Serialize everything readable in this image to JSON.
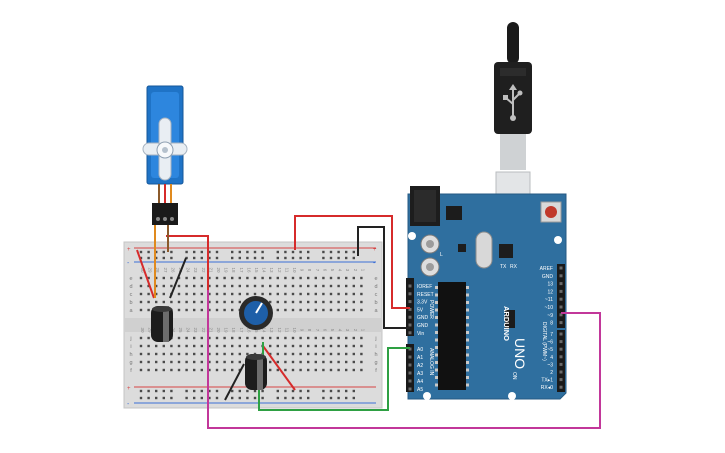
{
  "board": {
    "brand": "ARDUINO",
    "model": "UNO",
    "on_label": "ON",
    "l_label": "L",
    "tx_label": "TX",
    "rx_label": "RX",
    "power_label": "POWER",
    "analog_label": "ANALOG IN",
    "digital_label": "DIGITAL (PWM~)",
    "power_pins": [
      "IOREF",
      "RESET",
      "3.3V",
      "5V",
      "GND",
      "GND",
      "Vin"
    ],
    "analog_pins": [
      "A0",
      "A1",
      "A2",
      "A3",
      "A4",
      "A5"
    ],
    "digital_pins_top": [
      "AREF",
      "GND",
      "13",
      "12",
      "~11",
      "~10",
      "~9",
      "8"
    ],
    "digital_pins_bottom": [
      "7",
      "~6",
      "~5",
      "4",
      "~3",
      "2",
      "TX▸1",
      "RX◂0"
    ]
  },
  "breadboard": {
    "row_letters_top": [
      "j",
      "i",
      "h",
      "g",
      "f"
    ],
    "row_letters_bottom": [
      "e",
      "d",
      "c",
      "b",
      "a"
    ],
    "column_numbers": [
      "30",
      "29",
      "28",
      "27",
      "26",
      "25",
      "24",
      "23",
      "22",
      "21",
      "20",
      "19",
      "18",
      "17",
      "16",
      "15",
      "14",
      "13",
      "12",
      "11",
      "10",
      "9",
      "8",
      "7",
      "6",
      "5",
      "4",
      "3",
      "2",
      "1"
    ]
  },
  "colors": {
    "board_blue": "#2f6f9f",
    "wire_red": "#d62b2b",
    "wire_black": "#222222",
    "wire_green": "#2ea043",
    "wire_magenta": "#c2379a",
    "servo_blue": "#1f73c6"
  }
}
